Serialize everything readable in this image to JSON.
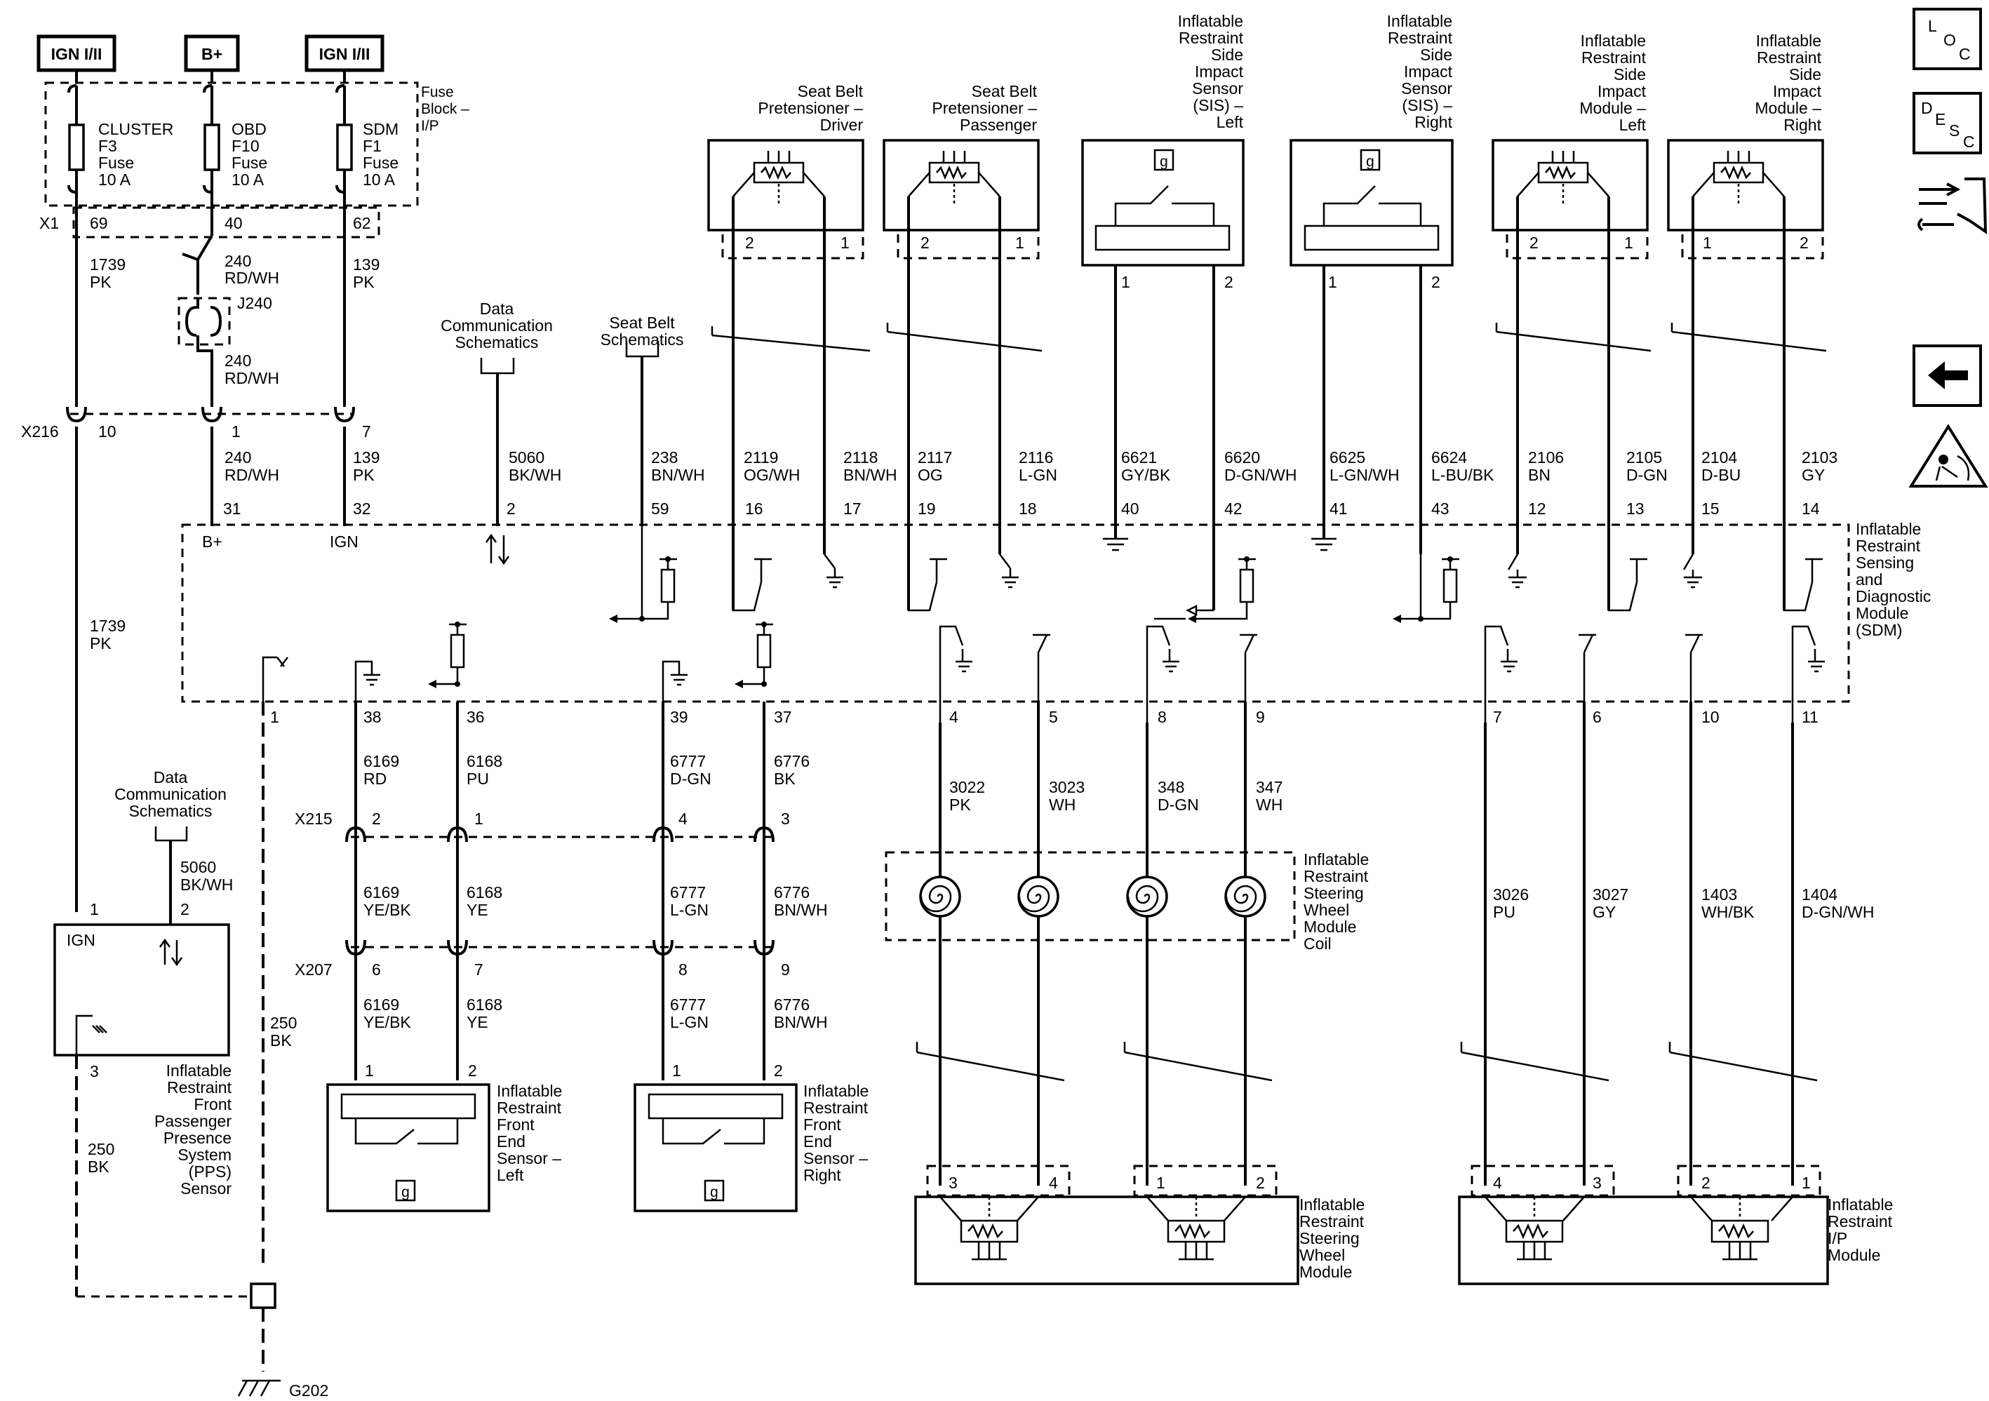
{
  "power_sources": [
    {
      "id": "ign1",
      "label": "IGN I/II"
    },
    {
      "id": "bplus",
      "label": "B+"
    },
    {
      "id": "ign2",
      "label": "IGN I/II"
    }
  ],
  "fuse_block": {
    "label_lines": [
      "Fuse",
      "Block –",
      "I/P"
    ],
    "connector": "X1",
    "fuses": [
      {
        "lines": [
          "CLUSTER",
          "F3",
          "Fuse",
          "10 A"
        ],
        "pin": "69"
      },
      {
        "lines": [
          "OBD",
          "F10",
          "Fuse",
          "10 A"
        ],
        "pin": "40"
      },
      {
        "lines": [
          "SDM",
          "F1",
          "Fuse",
          "10 A"
        ],
        "pin": "62"
      }
    ]
  },
  "splice": "J240",
  "wire_labels": {
    "w1739a": [
      "1739",
      "PK"
    ],
    "w240a": [
      "240",
      "RD/WH"
    ],
    "w139a": [
      "139",
      "PK"
    ],
    "w240b": [
      "240",
      "RD/WH"
    ],
    "w240c": [
      "240",
      "RD/WH"
    ],
    "w139b": [
      "139",
      "PK"
    ],
    "w1739b": [
      "1739",
      "PK"
    ],
    "w5060a": [
      "5060",
      "BK/WH"
    ],
    "w5060b": [
      "5060",
      "BK/WH"
    ],
    "w238": [
      "238",
      "BN/WH"
    ],
    "w2119": [
      "2119",
      "OG/WH"
    ],
    "w2118": [
      "2118",
      "BN/WH"
    ],
    "w2117": [
      "2117",
      "OG"
    ],
    "w2116": [
      "2116",
      "L-GN"
    ],
    "w6621": [
      "6621",
      "GY/BK"
    ],
    "w6620": [
      "6620",
      "D-GN/WH"
    ],
    "w6625": [
      "6625",
      "L-GN/WH"
    ],
    "w6624": [
      "6624",
      "L-BU/BK"
    ],
    "w2106": [
      "2106",
      "BN"
    ],
    "w2105": [
      "2105",
      "D-GN"
    ],
    "w2104": [
      "2104",
      "D-BU"
    ],
    "w2103": [
      "2103",
      "GY"
    ],
    "w250a": [
      "250",
      "BK"
    ],
    "w250b": [
      "250",
      "BK"
    ],
    "w6169a": [
      "6169",
      "RD"
    ],
    "w6168a": [
      "6168",
      "PU"
    ],
    "w6777a": [
      "6777",
      "D-GN"
    ],
    "w6776a": [
      "6776",
      "BK"
    ],
    "w6169b": [
      "6169",
      "YE/BK"
    ],
    "w6168b": [
      "6168",
      "YE"
    ],
    "w6777b": [
      "6777",
      "L-GN"
    ],
    "w6776b": [
      "6776",
      "BN/WH"
    ],
    "w6169c": [
      "6169",
      "YE/BK"
    ],
    "w6168c": [
      "6168",
      "YE"
    ],
    "w6777c": [
      "6777",
      "L-GN"
    ],
    "w6776c": [
      "6776",
      "BN/WH"
    ],
    "w3022": [
      "3022",
      "PK"
    ],
    "w3023": [
      "3023",
      "WH"
    ],
    "w348": [
      "348",
      "D-GN"
    ],
    "w347": [
      "347",
      "WH"
    ],
    "w3026": [
      "3026",
      "PU"
    ],
    "w3027": [
      "3027",
      "GY"
    ],
    "w1403": [
      "1403",
      "WH/BK"
    ],
    "w1404": [
      "1404",
      "D-GN/WH"
    ]
  },
  "connectors": {
    "x216": {
      "name": "X216",
      "pins": [
        "10",
        "1",
        "7"
      ]
    },
    "x215": {
      "name": "X215",
      "pins": [
        "2",
        "1",
        "4",
        "3"
      ]
    },
    "x207": {
      "name": "X207",
      "pins": [
        "6",
        "7",
        "8",
        "9"
      ]
    }
  },
  "sdm": {
    "label_lines": [
      "Inflatable",
      "Restraint",
      "Sensing",
      "and",
      "Diagnostic",
      "Module",
      "(SDM)"
    ],
    "top_pins": [
      "31",
      "32",
      "2",
      "59",
      "16",
      "17",
      "19",
      "18",
      "40",
      "42",
      "41",
      "43",
      "12",
      "13",
      "15",
      "14"
    ],
    "bottom_pins": [
      "1",
      "38",
      "36",
      "39",
      "37",
      "4",
      "5",
      "8",
      "9",
      "7",
      "6",
      "10",
      "11"
    ],
    "bplus_label": "B+",
    "ign_label": "IGN"
  },
  "references": {
    "data_comm_top": [
      "Data",
      "Communication",
      "Schematics"
    ],
    "seat_belt": [
      "Seat Belt",
      "Schematics"
    ],
    "data_comm_left": [
      "Data",
      "Communication",
      "Schematics"
    ]
  },
  "top_components": [
    {
      "lines": [
        "Seat Belt",
        "Pretensioner –",
        "Driver"
      ],
      "pins": [
        "2",
        "1"
      ]
    },
    {
      "lines": [
        "Seat Belt",
        "Pretensioner –",
        "Passenger"
      ],
      "pins": [
        "2",
        "1"
      ]
    },
    {
      "lines": [
        "Inflatable",
        "Restraint",
        "Side",
        "Impact",
        "Sensor",
        "(SIS) –",
        "Left"
      ],
      "pins": [
        "1",
        "2"
      ],
      "g": "g"
    },
    {
      "lines": [
        "Inflatable",
        "Restraint",
        "Side",
        "Impact",
        "Sensor",
        "(SIS) –",
        "Right"
      ],
      "pins": [
        "1",
        "2"
      ],
      "g": "g"
    },
    {
      "lines": [
        "Inflatable",
        "Restraint",
        "Side",
        "Impact",
        "Module –",
        "Left"
      ],
      "pins": [
        "2",
        "1"
      ]
    },
    {
      "lines": [
        "Inflatable",
        "Restraint",
        "Side",
        "Impact",
        "Module –",
        "Right"
      ],
      "pins": [
        "1",
        "2"
      ]
    }
  ],
  "pps": {
    "lines": [
      "Inflatable",
      "Restraint",
      "Front",
      "Passenger",
      "Presence",
      "System",
      "(PPS)",
      "Sensor"
    ],
    "ign_label": "IGN",
    "pins": [
      "1",
      "2",
      "3"
    ]
  },
  "front_sensors": [
    {
      "lines": [
        "Inflatable",
        "Restraint",
        "Front",
        "End",
        "Sensor –",
        "Left"
      ],
      "pins": [
        "1",
        "2"
      ],
      "g": "g"
    },
    {
      "lines": [
        "Inflatable",
        "Restraint",
        "Front",
        "End",
        "Sensor –",
        "Right"
      ],
      "pins": [
        "1",
        "2"
      ],
      "g": "g"
    }
  ],
  "coil": {
    "lines": [
      "Inflatable",
      "Restraint",
      "Steering",
      "Wheel",
      "Module",
      "Coil"
    ]
  },
  "steering_module": {
    "lines": [
      "Inflatable",
      "Restraint",
      "Steering",
      "Wheel",
      "Module"
    ],
    "pins": [
      "3",
      "4",
      "1",
      "2"
    ]
  },
  "ip_module": {
    "lines": [
      "Inflatable",
      "Restraint",
      "I/P",
      "Module"
    ],
    "pins": [
      "4",
      "3",
      "2",
      "1"
    ]
  },
  "ground": "G202",
  "side_icons": {
    "loc": [
      "L",
      "O",
      "C"
    ],
    "desc": [
      "D",
      "E",
      "S",
      "C"
    ]
  }
}
